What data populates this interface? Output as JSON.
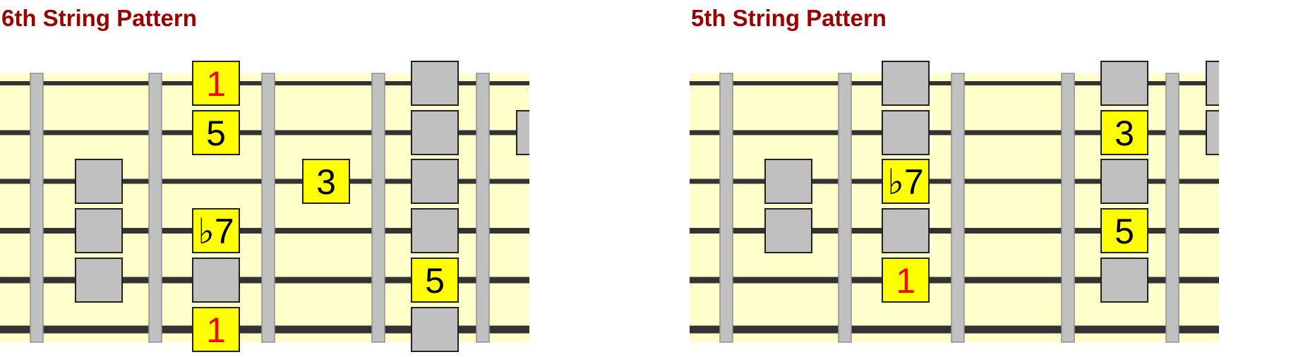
{
  "diagrams": [
    {
      "title": "6th String Pattern",
      "notes": [
        {
          "string": 1,
          "fret": 3,
          "label": "1",
          "label_color": "#ff0000",
          "highlight": true
        },
        {
          "string": 1,
          "fret": 5,
          "label": "",
          "highlight": false
        },
        {
          "string": 2,
          "fret": 3,
          "label": "5",
          "label_color": "#000000",
          "highlight": true
        },
        {
          "string": 2,
          "fret": 5,
          "label": "",
          "highlight": false
        },
        {
          "string": 2,
          "fret": 6,
          "label": "",
          "highlight": false
        },
        {
          "string": 3,
          "fret": 2,
          "label": "",
          "highlight": false
        },
        {
          "string": 3,
          "fret": 4,
          "label": "3",
          "label_color": "#000000",
          "highlight": true
        },
        {
          "string": 3,
          "fret": 5,
          "label": "",
          "highlight": false
        },
        {
          "string": 4,
          "fret": 2,
          "label": "",
          "highlight": false
        },
        {
          "string": 4,
          "fret": 3,
          "label": "♭7",
          "label_color": "#000000",
          "highlight": true
        },
        {
          "string": 4,
          "fret": 5,
          "label": "",
          "highlight": false
        },
        {
          "string": 5,
          "fret": 2,
          "label": "",
          "highlight": false
        },
        {
          "string": 5,
          "fret": 3,
          "label": "",
          "highlight": false
        },
        {
          "string": 5,
          "fret": 5,
          "label": "5",
          "label_color": "#000000",
          "highlight": true
        },
        {
          "string": 6,
          "fret": 3,
          "label": "1",
          "label_color": "#ff0000",
          "highlight": true
        },
        {
          "string": 6,
          "fret": 5,
          "label": "",
          "highlight": false
        }
      ]
    },
    {
      "title": "5th String Pattern",
      "notes": [
        {
          "string": 1,
          "fret": 3,
          "label": "",
          "highlight": false
        },
        {
          "string": 1,
          "fret": 5,
          "label": "",
          "highlight": false
        },
        {
          "string": 1,
          "fret": 6,
          "label": "",
          "highlight": false
        },
        {
          "string": 2,
          "fret": 3,
          "label": "",
          "highlight": false
        },
        {
          "string": 2,
          "fret": 5,
          "label": "3",
          "label_color": "#000000",
          "highlight": true
        },
        {
          "string": 2,
          "fret": 6,
          "label": "",
          "highlight": false
        },
        {
          "string": 3,
          "fret": 2,
          "label": "",
          "highlight": false
        },
        {
          "string": 3,
          "fret": 3,
          "label": "♭7",
          "label_color": "#000000",
          "highlight": true
        },
        {
          "string": 3,
          "fret": 5,
          "label": "",
          "highlight": false
        },
        {
          "string": 4,
          "fret": 2,
          "label": "",
          "highlight": false
        },
        {
          "string": 4,
          "fret": 3,
          "label": "",
          "highlight": false
        },
        {
          "string": 4,
          "fret": 5,
          "label": "5",
          "label_color": "#000000",
          "highlight": true
        },
        {
          "string": 5,
          "fret": 3,
          "label": "1",
          "label_color": "#ff0000",
          "highlight": true
        },
        {
          "string": 5,
          "fret": 5,
          "label": "",
          "highlight": false
        }
      ]
    }
  ],
  "colors": {
    "title": "#990000",
    "fretboard": "#ffffcc",
    "string": "#333333",
    "fret_fill": "#c0c0c0",
    "fret_stroke": "#909090",
    "highlight_note": "#ffff00",
    "plain_note": "#c0c0c0",
    "note_border": "#222222"
  }
}
